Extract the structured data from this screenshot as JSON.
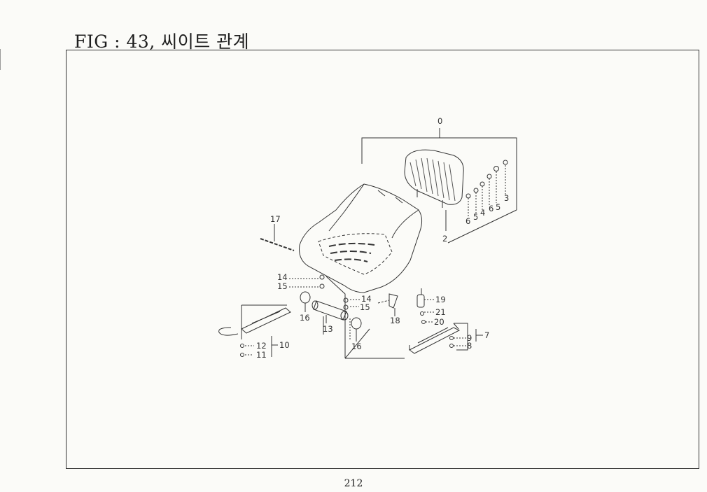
{
  "page": {
    "title": "FIG : 43, 씨이트 관계",
    "page_number": "212"
  },
  "diagram": {
    "callouts": [
      {
        "id": "c0",
        "label": "0"
      },
      {
        "id": "c2",
        "label": "2"
      },
      {
        "id": "c3",
        "label": "3"
      },
      {
        "id": "c5a",
        "label": "5"
      },
      {
        "id": "c6a",
        "label": "6"
      },
      {
        "id": "c4",
        "label": "4"
      },
      {
        "id": "c5b",
        "label": "5"
      },
      {
        "id": "c6b",
        "label": "6"
      },
      {
        "id": "c17",
        "label": "17"
      },
      {
        "id": "c14a",
        "label": "14"
      },
      {
        "id": "c15a",
        "label": "15"
      },
      {
        "id": "c16a",
        "label": "16"
      },
      {
        "id": "c13",
        "label": "13"
      },
      {
        "id": "c14b",
        "label": "14"
      },
      {
        "id": "c15b",
        "label": "15"
      },
      {
        "id": "c16b",
        "label": "16"
      },
      {
        "id": "c18",
        "label": "18"
      },
      {
        "id": "c19",
        "label": "19"
      },
      {
        "id": "c21",
        "label": "21"
      },
      {
        "id": "c20",
        "label": "20"
      },
      {
        "id": "c9",
        "label": "9"
      },
      {
        "id": "c7",
        "label": "7"
      },
      {
        "id": "c8",
        "label": "8"
      },
      {
        "id": "c12",
        "label": "12"
      },
      {
        "id": "c10",
        "label": "10"
      },
      {
        "id": "c11",
        "label": "11"
      }
    ]
  }
}
